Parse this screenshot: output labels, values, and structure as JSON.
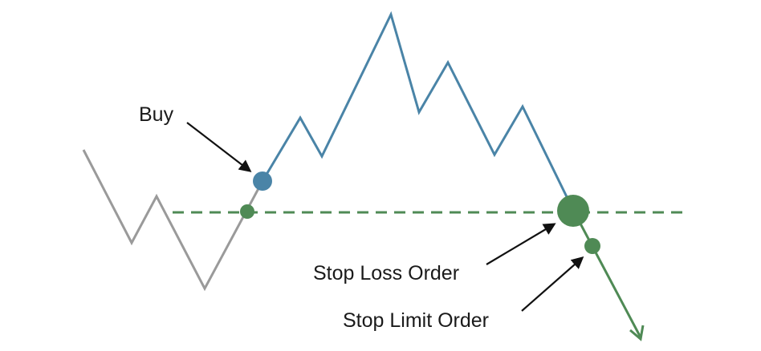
{
  "labels": {
    "buy": "Buy",
    "stop_loss": "Stop Loss Order",
    "stop_limit": "Stop Limit Order"
  },
  "colors": {
    "pre_trend": "#9a9a9a",
    "uptrend": "#4a84a7",
    "downtrend": "#4f8a55",
    "buy_marker": "#4a84a7",
    "stop_marker": "#4f8a55",
    "arrow": "#111111"
  }
}
